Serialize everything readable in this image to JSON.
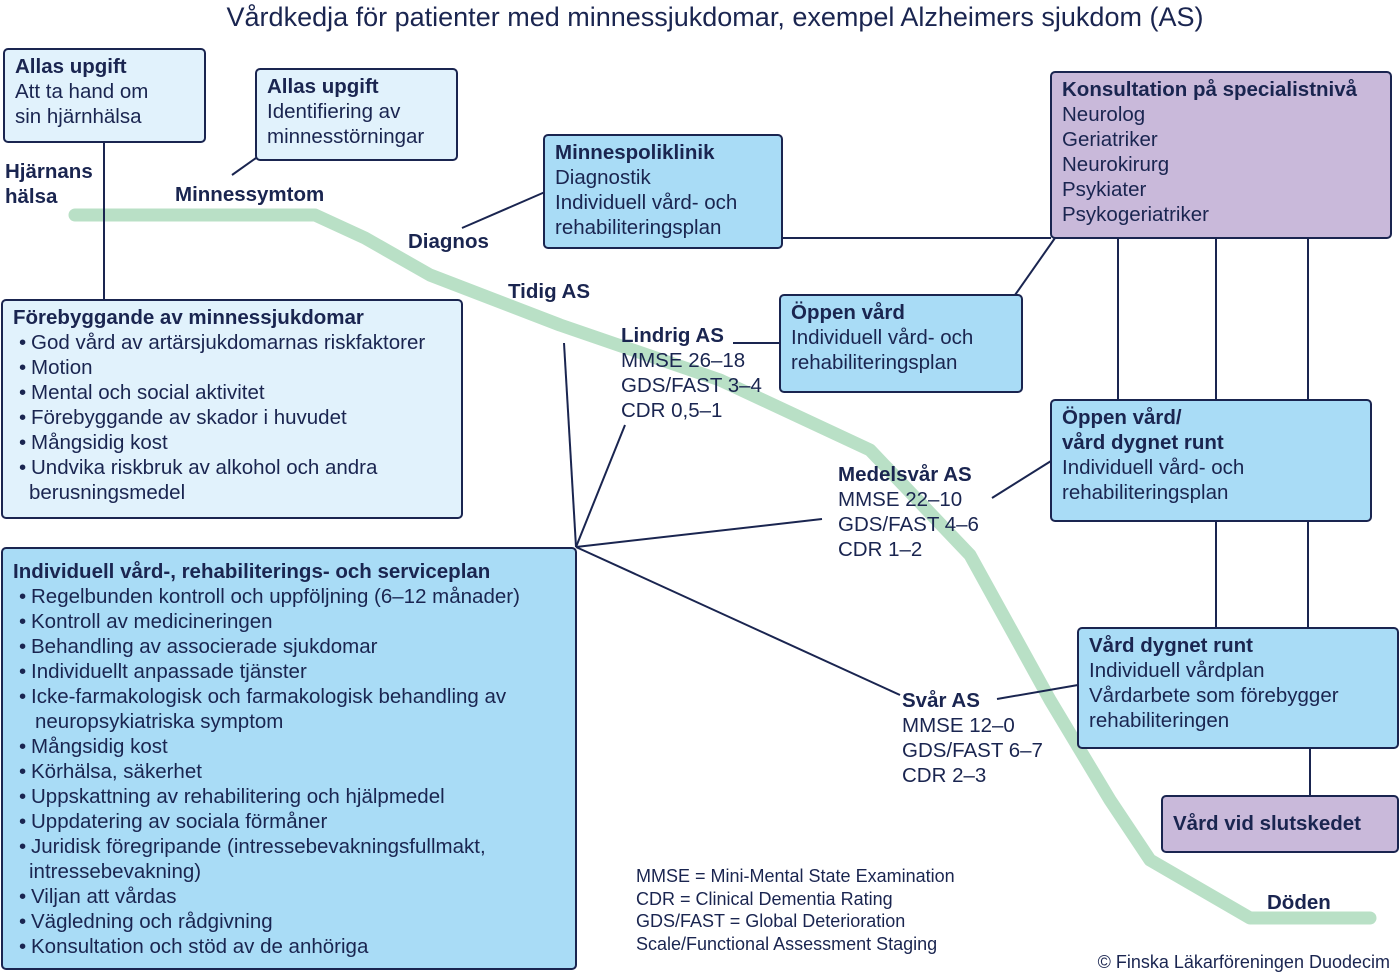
{
  "title": "Vårdkedja för patienter med minnessjukdomar, exempel Alzheimers sjukdom (AS)",
  "colors": {
    "line": "#1a2550",
    "path": "#b9e0c6",
    "light_box": "#e1f2fc",
    "mid_box": "#a9dcf6",
    "purple_box": "#c9b9da"
  },
  "path_labels": {
    "hjarnans_halsa_1": "Hjärnans",
    "hjarnans_halsa_2": "hälsa",
    "minnessymtom": "Minnessymtom",
    "diagnos": "Diagnos",
    "tidig_as": "Tidig AS",
    "doden": "Döden"
  },
  "boxes": {
    "allas1": {
      "heading": "Allas upgift",
      "lines": [
        "Att ta hand om",
        "sin hjärnhälsa"
      ]
    },
    "allas2": {
      "heading": "Allas upgift",
      "lines": [
        "Identifiering av",
        "minnesstörningar"
      ]
    },
    "minnespoliklinik": {
      "heading": "Minnespoliklinik",
      "lines": [
        "Diagnostik",
        "Individuell vård- och",
        "rehabiliteringsplan"
      ]
    },
    "konsultation": {
      "heading": "Konsultation på specialistnivå",
      "lines": [
        "Neurolog",
        "Geriatriker",
        "Neurokirurg",
        "Psykiater",
        "Psykogeriatriker"
      ]
    },
    "forebyggande": {
      "heading": "Förebyggande av minnessjukdomar",
      "items": [
        "God vård av artärsjukdomarnas riskfaktorer",
        "Motion",
        "Mental och social aktivitet",
        "Förebyggande av skador i huvudet",
        "Mångsidig kost",
        "Undvika riskbruk av alkohol och andra"
      ],
      "continuation": "berusningsmedel"
    },
    "oppen_vard": {
      "heading": "Öppen vård",
      "lines": [
        "Individuell vård- och",
        "rehabiliteringsplan"
      ]
    },
    "oppen_dygnet": {
      "heading_lines": [
        "Öppen vård/",
        "vård dygnet runt"
      ],
      "lines": [
        "Individuell vård- och",
        "rehabiliteringsplan"
      ]
    },
    "vard_dygnet": {
      "heading": "Vård dygnet runt",
      "lines": [
        "Individuell vårdplan",
        "Vårdarbete som förebygger",
        "rehabiliteringen"
      ]
    },
    "slutskedet": {
      "heading": "Vård vid slutskedet"
    },
    "individuell": {
      "heading": "Individuell vård-, rehabiliterings- och serviceplan",
      "items": [
        "Regelbunden kontroll och uppföljning (6–12 månader)",
        "Kontroll av medicineringen",
        "Behandling av associerade sjukdomar",
        "Individuellt anpassade tjänster",
        "Icke-farmakologisk och farmakologisk behandling av",
        "neuropsykiatriska symptom",
        "Mångsidig kost",
        "Körhälsa, säkerhet",
        "Uppskattning av rehabilitering och hjälpmedel",
        "Uppdatering av sociala förmåner",
        "Juridisk föregripande (intressebevakningsfullmakt,",
        "intressebevakning)",
        "Viljan att vårdas",
        "Vägledning och rådgivning",
        "Konsultation och stöd av de anhöriga"
      ]
    }
  },
  "stages": {
    "lindrig": {
      "heading": "Lindrig AS",
      "lines": [
        "MMSE 26–18",
        "GDS/FAST 3–4",
        "CDR 0,5–1"
      ]
    },
    "medelsvar": {
      "heading": "Medelsvår AS",
      "lines": [
        "MMSE 22–10",
        "GDS/FAST 4–6",
        "CDR 1–2"
      ]
    },
    "svar": {
      "heading": "Svår AS",
      "lines": [
        "MMSE 12–0",
        "GDS/FAST 6–7",
        "CDR 2–3"
      ]
    }
  },
  "legend": [
    "MMSE = Mini-Mental State Examination",
    "CDR = Clinical Dementia Rating",
    "GDS/FAST = Global Deterioration",
    "Scale/Functional Assessment Staging"
  ],
  "copyright": "© Finska Läkarföreningen Duodecim"
}
